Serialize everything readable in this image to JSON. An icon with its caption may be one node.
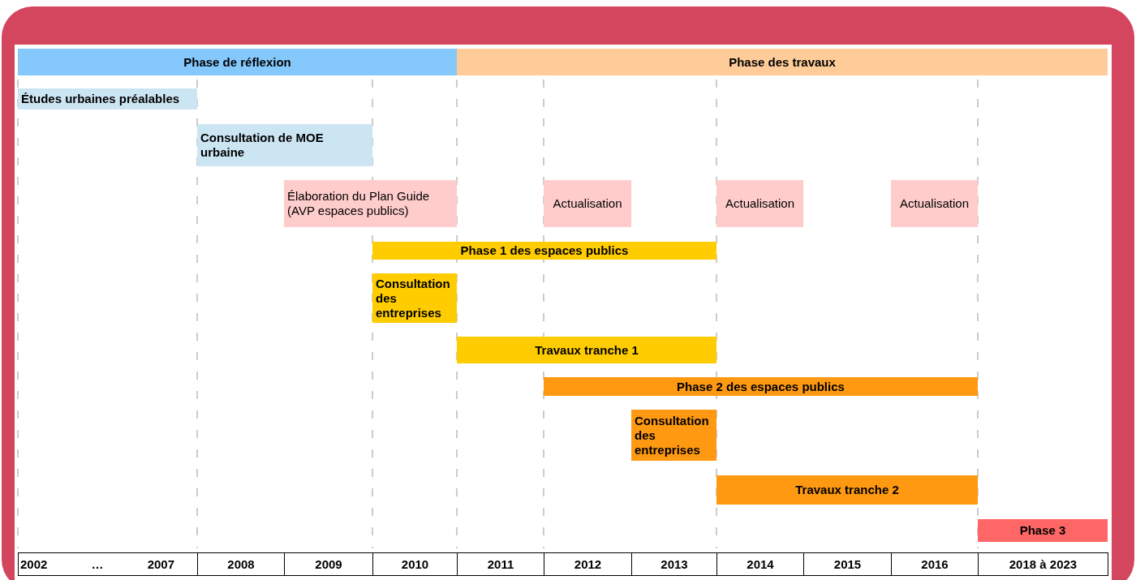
{
  "diagram": {
    "nodes": [
      {
        "text": [
          "Phase de réflexion"
        ]
      },
      {
        "text": [
          "Phase des travaux"
        ]
      },
      {
        "text": [
          "Études urbaines préalables"
        ]
      },
      {
        "text": [
          "Consultation de MOE urbaine"
        ]
      },
      {
        "text": [
          "Élaboration du Plan Guide (AVP espaces publics)"
        ]
      },
      {
        "text": [
          "Actualisation"
        ]
      },
      {
        "text": [
          "Actualisation"
        ]
      },
      {
        "text": [
          "Actualisation"
        ]
      },
      {
        "text": [
          "Phase 1 des espaces publics"
        ]
      },
      {
        "text": [
          "Consultation des entreprises"
        ]
      },
      {
        "text": [
          "Travaux tranche 1"
        ]
      },
      {
        "text": [
          "Phase 2 des espaces publics"
        ]
      },
      {
        "text": [
          "Consultation des entreprises"
        ]
      },
      {
        "text": [
          "Travaux tranche 2"
        ]
      },
      {
        "text": [
          "Phase 3"
        ]
      }
    ],
    "labels": [
      "2002",
      "…",
      "2007",
      "2008",
      "2009",
      "2010",
      "2011",
      "2012",
      "2013",
      "2014",
      "2015",
      "2016",
      "2018 à 2023"
    ]
  }
}
